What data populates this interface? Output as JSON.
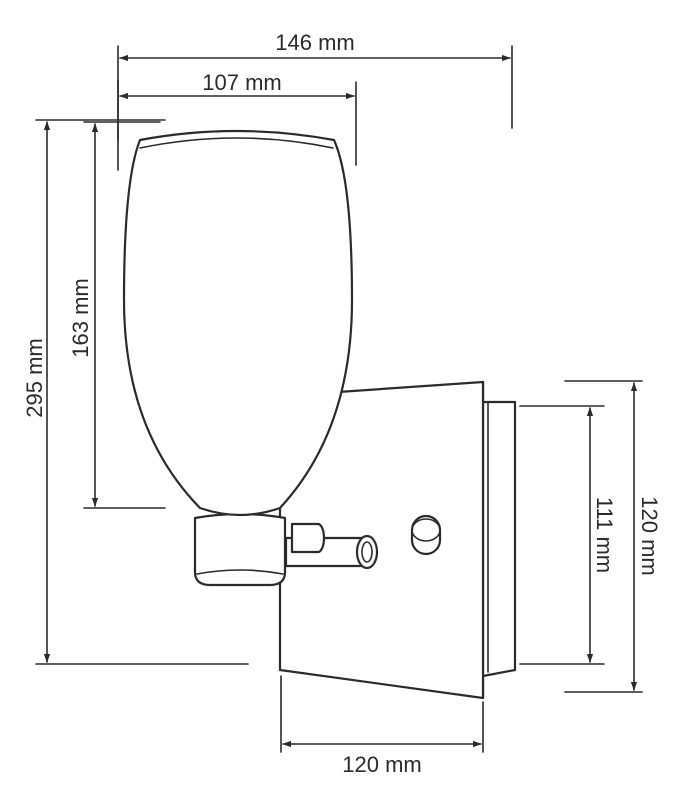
{
  "dimensions": {
    "total_width": "146 mm",
    "shade_width": "107 mm",
    "total_height": "295 mm",
    "shade_height": "163 mm",
    "backplate_height": "120 mm",
    "backplate_inner_height": "111 mm",
    "backplate_width": "120 mm"
  }
}
